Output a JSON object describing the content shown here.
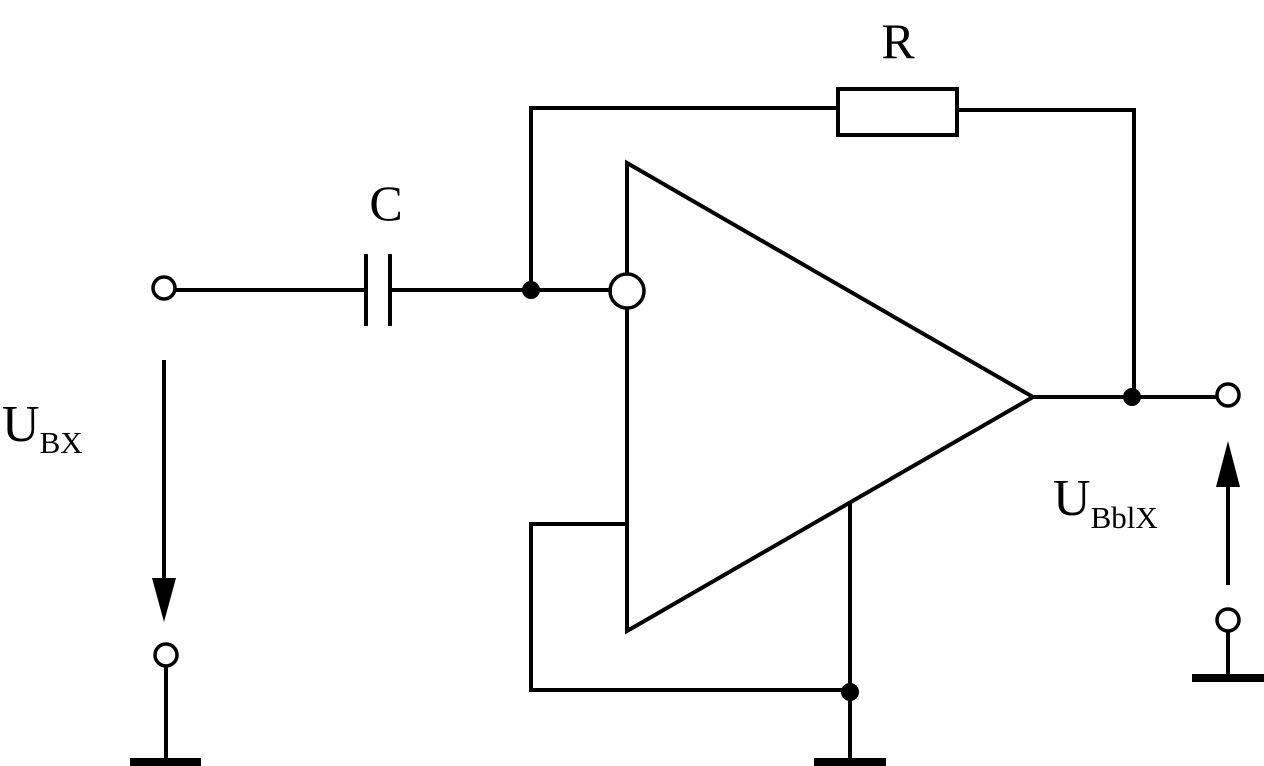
{
  "components": {
    "resistor_label": "R",
    "capacitor_label": "C"
  },
  "input_voltage": {
    "symbol": "U",
    "subscript": "BX"
  },
  "output_voltage": {
    "symbol": "U",
    "subscript": "BblX"
  }
}
